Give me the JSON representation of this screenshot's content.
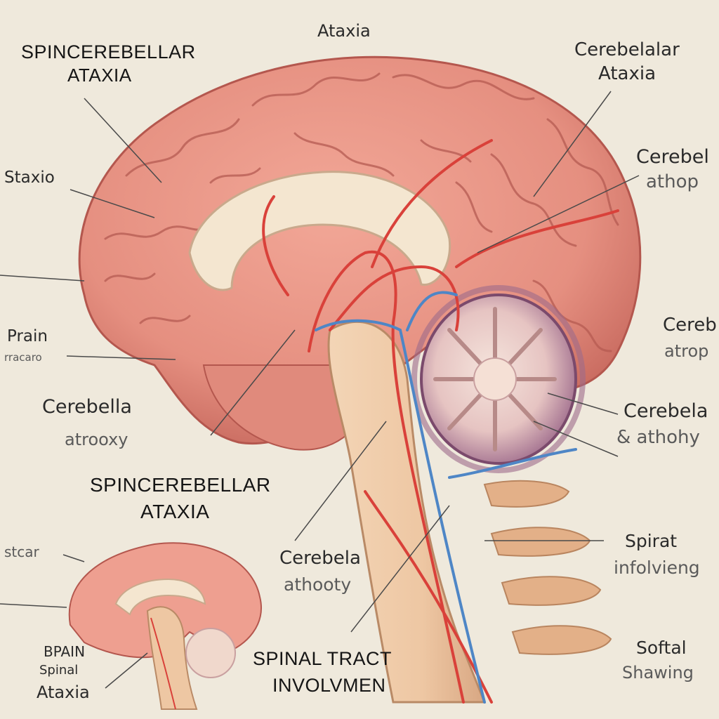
{
  "labels": {
    "top_center": "Ataxia",
    "top_left_1": "SPINCEREBELLAR",
    "top_left_2": "ATAXIA",
    "left_staxio": "Staxio",
    "left_brain_1": "Prain",
    "left_brain_2": "rracaro",
    "left_cerebella_1": "Cerebella",
    "left_cerebella_2": "atrooxy",
    "center_spin_1": "SPINCEREBELLAR",
    "center_spin_2": "ATAXIA",
    "bottom_left_stcar": "stcar",
    "bottom_left_brain_1": "BPAIN",
    "bottom_left_brain_2": "Spinal",
    "bottom_left_brain_3": "Ataxia",
    "center_cerebela_1": "Cerebela",
    "center_cerebela_2": "athooty",
    "bottom_center_1": "SPINAL TRACT",
    "bottom_center_2": "INVOLVMEN",
    "top_right_1": "Cerebelalar",
    "top_right_2": "Ataxia",
    "right_upper_1": "Cerebel",
    "right_upper_2": "athop",
    "right_mid_1": "Cereb",
    "right_mid_2": "atrop",
    "right_cerebela_1": "Cerebela",
    "right_cerebela_2": "& athohy",
    "right_spiral_1": "Spirat",
    "right_spiral_2": "infolvieng",
    "right_soft_1": "Softal",
    "right_soft_2": "Shawing"
  },
  "colors": {
    "background": "#efe9dc",
    "brain": "#e58f80",
    "brain_dark": "#c86a5f",
    "corpus": "#f4e6d0",
    "brainstem": "#eec7a3",
    "artery": "#d9413a",
    "vein": "#4e86c6",
    "cerebellum": "#a9778e",
    "vertebra": "#e3b088"
  }
}
